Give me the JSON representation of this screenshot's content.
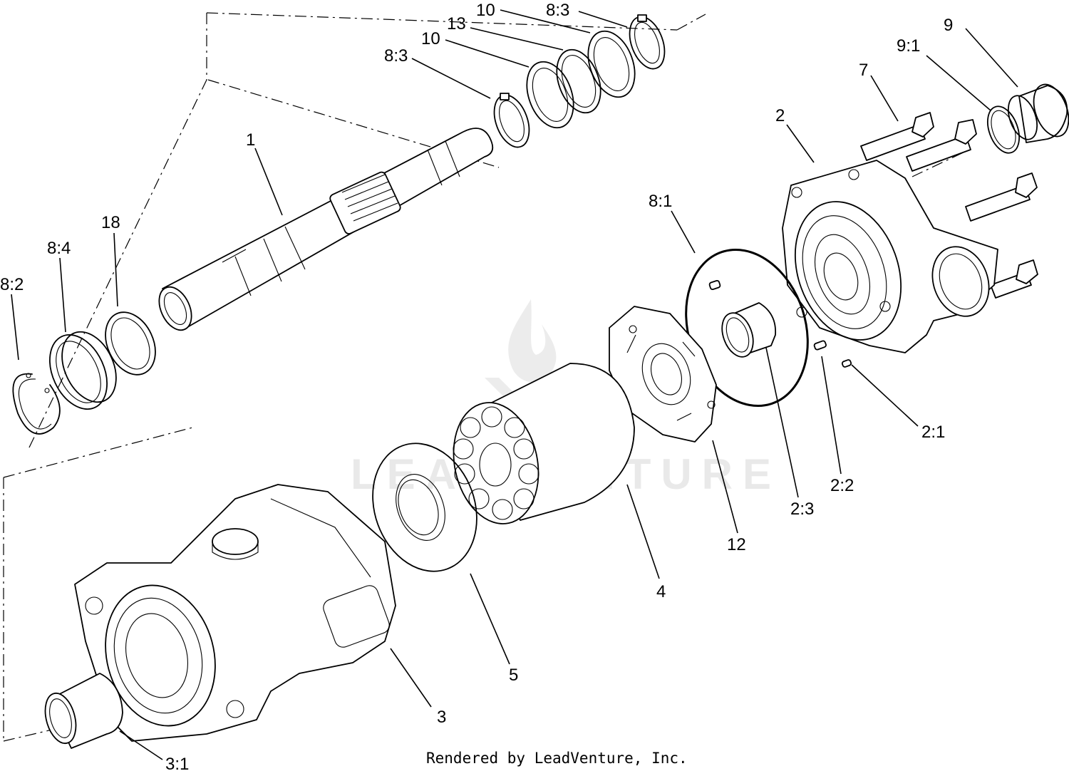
{
  "watermark": "LEADVENTURE",
  "footer": "Rendered by LeadVenture, Inc.",
  "callouts": {
    "c_10a": "10",
    "c_83a": "8:3",
    "c_13": "13",
    "c_10b": "10",
    "c_83b": "8:3",
    "c_9": "9",
    "c_91": "9:1",
    "c_7": "7",
    "c_2": "2",
    "c_1": "1",
    "c_81": "8:1",
    "c_18": "18",
    "c_84": "8:4",
    "c_82": "8:2",
    "c_21": "2:1",
    "c_22": "2:2",
    "c_23": "2:3",
    "c_12": "12",
    "c_4": "4",
    "c_5": "5",
    "c_3": "3",
    "c_31": "3:1"
  }
}
